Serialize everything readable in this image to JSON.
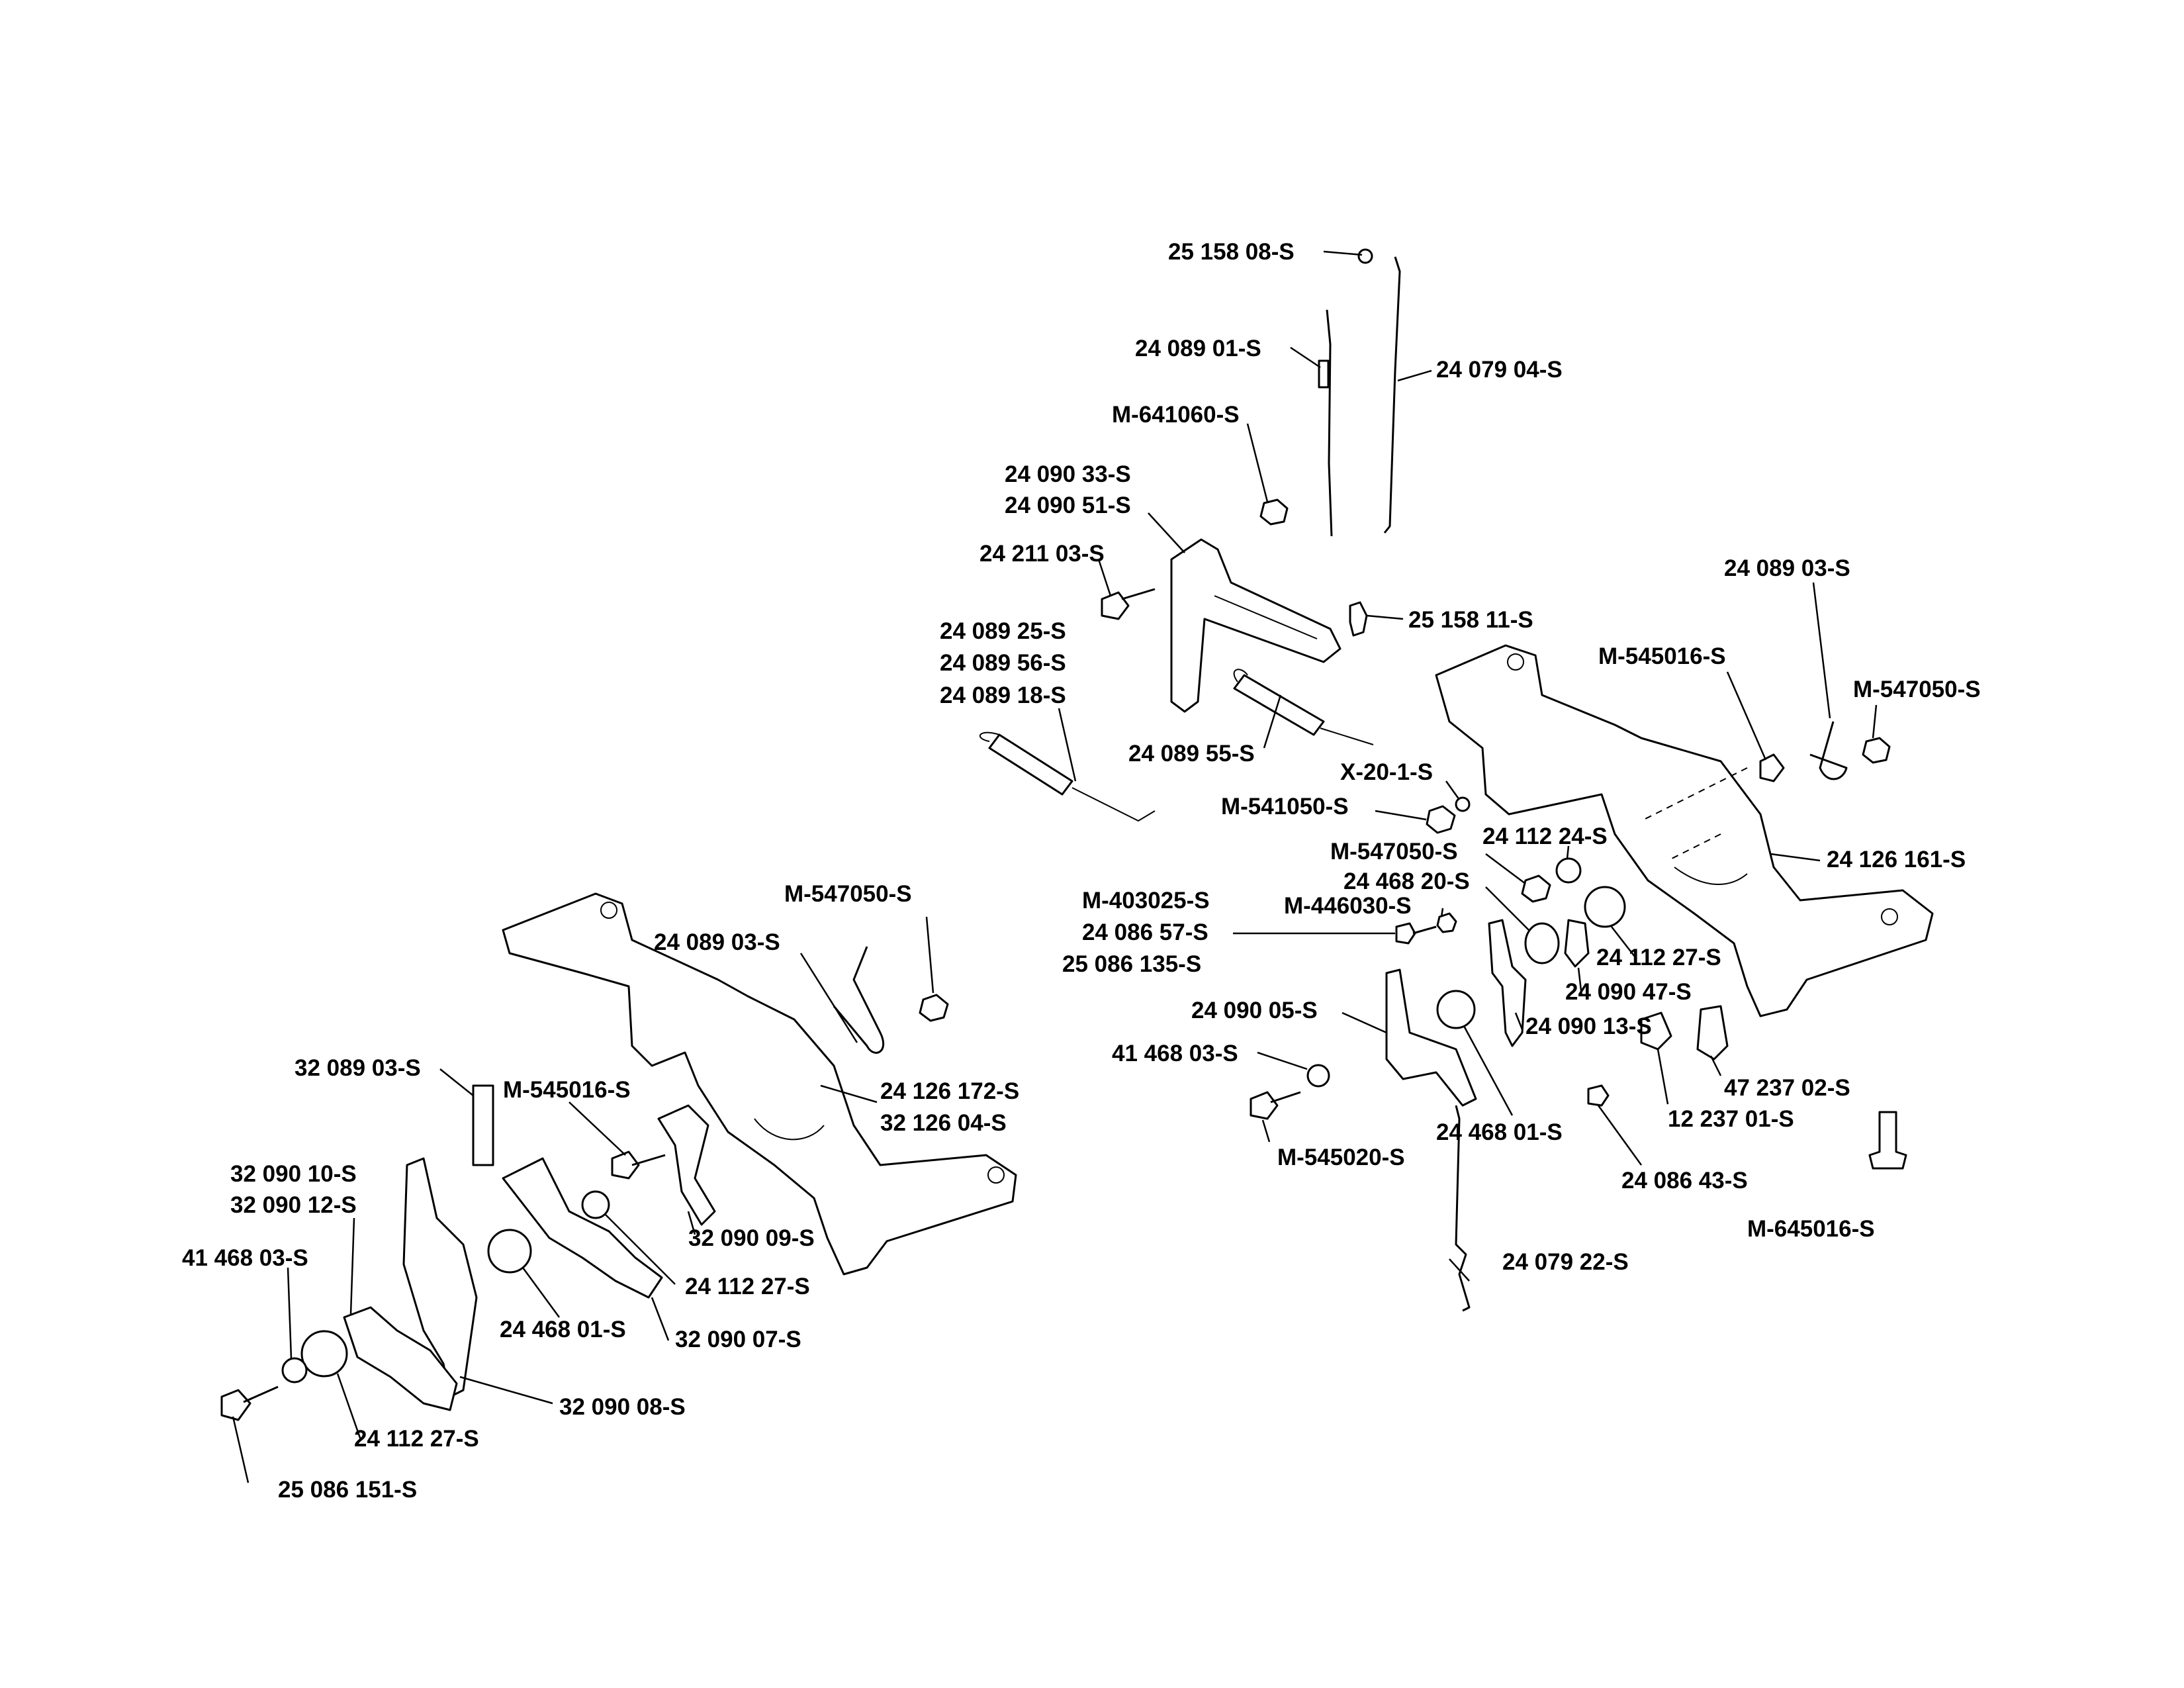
{
  "labels": [
    "25 158 08-S",
    "24 089 01-S",
    "24 079 04-S",
    "M-641060-S",
    "24 090 33-S",
    "24 090 51-S",
    "24 211 03-S",
    "25 158 11-S",
    "24 089 03-S",
    "24 089 25-S",
    "24 089 56-S",
    "24 089 18-S",
    "M-545016-S",
    "M-547050-S",
    "24 089 55-S",
    "X-20-1-S",
    "M-541050-S",
    "24 112 24-S",
    "24 126 161-S",
    "M-547050-S",
    "24 468 20-S",
    "M-403025-S",
    "M-446030-S",
    "24 086 57-S",
    "25 086 135-S",
    "24 112 27-S",
    "24 090 47-S",
    "24 090 05-S",
    "24 090 13-S",
    "41 468 03-S",
    "47 237 02-S",
    "12 237 01-S",
    "24 468 01-S",
    "M-545020-S",
    "24 086 43-S",
    "M-645016-S",
    "24 079 22-S",
    "M-547050-S",
    "24 089 03-S",
    "32 089 03-S",
    "M-545016-S",
    "24 126 172-S",
    "32 126 04-S",
    "32 090 10-S",
    "32 090 12-S",
    "41 468 03-S",
    "32 090 09-S",
    "24 112 27-S",
    "24 468 01-S",
    "32 090 07-S",
    "32 090 08-S",
    "24 112 27-S",
    "25 086 151-S"
  ]
}
